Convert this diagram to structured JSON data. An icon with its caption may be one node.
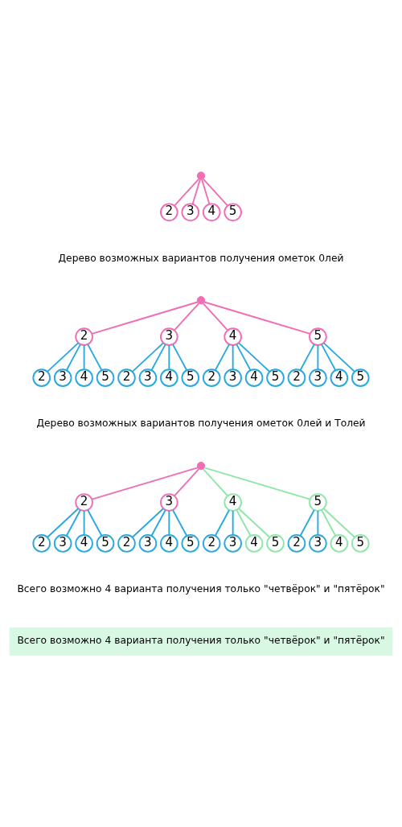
{
  "diagram": {
    "nodes": [
      {
        "text": [],
        "shape": "circle"
      },
      {
        "text": [
          "2"
        ]
      },
      {
        "text": [
          "3"
        ]
      },
      {
        "text": [
          "4"
        ]
      },
      {
        "text": [
          "5"
        ]
      },
      {
        "text": [],
        "shape": "circle"
      },
      {
        "text": [
          "2"
        ]
      },
      {
        "text": [
          "3"
        ]
      },
      {
        "text": [
          "4"
        ]
      },
      {
        "text": [
          "5"
        ]
      },
      {
        "text": [
          "2"
        ]
      },
      {
        "text": [
          "3"
        ]
      },
      {
        "text": [
          "4"
        ]
      },
      {
        "text": [
          "5"
        ]
      },
      {
        "text": [
          "2"
        ]
      },
      {
        "text": [
          "3"
        ]
      },
      {
        "text": [
          "4"
        ]
      },
      {
        "text": [
          "5"
        ]
      },
      {
        "text": [
          "2"
        ]
      },
      {
        "text": [
          "3"
        ]
      },
      {
        "text": [
          "4"
        ]
      },
      {
        "text": [
          "5"
        ]
      },
      {
        "text": [
          "2"
        ]
      },
      {
        "text": [
          "3"
        ]
      },
      {
        "text": [
          "4"
        ]
      },
      {
        "text": [
          "5"
        ]
      },
      {
        "text": [],
        "shape": "circle"
      },
      {
        "text": [
          "2"
        ]
      },
      {
        "text": [
          "3"
        ]
      },
      {
        "text": [
          "4"
        ]
      },
      {
        "text": [
          "5"
        ]
      },
      {
        "text": [
          "2"
        ]
      },
      {
        "text": [
          "3"
        ]
      },
      {
        "text": [
          "4"
        ]
      },
      {
        "text": [
          "5"
        ]
      },
      {
        "text": [
          "2"
        ]
      },
      {
        "text": [
          "3"
        ]
      },
      {
        "text": [
          "4"
        ]
      },
      {
        "text": [
          "5"
        ]
      },
      {
        "text": [
          "2"
        ]
      },
      {
        "text": [
          "3"
        ]
      },
      {
        "text": [
          "4"
        ]
      },
      {
        "text": [
          "5"
        ]
      },
      {
        "text": [
          "2"
        ]
      },
      {
        "text": [
          "3"
        ]
      },
      {
        "text": [
          "4"
        ]
      },
      {
        "text": [
          "5"
        ]
      }
    ],
    "edges": [
      {
        "from": 0,
        "to": 1,
        "arrow": "none",
        "color": "#f06eb4"
      },
      {
        "from": 0,
        "to": 2,
        "arrow": "none",
        "color": "#f06eb4"
      },
      {
        "from": 0,
        "to": 3,
        "arrow": "none",
        "color": "#f06eb4"
      },
      {
        "from": 0,
        "to": 4,
        "arrow": "none",
        "color": "#f06eb4"
      },
      {
        "from": 5,
        "to": 6,
        "arrow": "none",
        "color": "#f06eb4"
      },
      {
        "from": 5,
        "to": 7,
        "arrow": "none",
        "color": "#f06eb4"
      },
      {
        "from": 5,
        "to": 8,
        "arrow": "none",
        "color": "#f06eb4"
      },
      {
        "from": 5,
        "to": 9,
        "arrow": "none",
        "color": "#f06eb4"
      },
      {
        "from": 6,
        "to": 10,
        "arrow": "none"
      },
      {
        "from": 6,
        "to": 11,
        "arrow": "none"
      },
      {
        "from": 6,
        "to": 12,
        "arrow": "none"
      },
      {
        "from": 6,
        "to": 13,
        "arrow": "none"
      },
      {
        "from": 7,
        "to": 14,
        "arrow": "none"
      },
      {
        "from": 7,
        "to": 15,
        "arrow": "none"
      },
      {
        "from": 7,
        "to": 16,
        "arrow": "none"
      },
      {
        "from": 7,
        "to": 17,
        "arrow": "none"
      },
      {
        "from": 8,
        "to": 18,
        "arrow": "none"
      },
      {
        "from": 8,
        "to": 19,
        "arrow": "none"
      },
      {
        "from": 8,
        "to": 20,
        "arrow": "none"
      },
      {
        "from": 8,
        "to": 21,
        "arrow": "none"
      },
      {
        "from": 9,
        "to": 22,
        "arrow": "none"
      },
      {
        "from": 9,
        "to": 23,
        "arrow": "none"
      },
      {
        "from": 9,
        "to": 24,
        "arrow": "none"
      },
      {
        "from": 9,
        "to": 25,
        "arrow": "none"
      },
      {
        "from": 26,
        "to": 27,
        "arrow": "none",
        "color": "#f06eb4"
      },
      {
        "from": 26,
        "to": 28,
        "arrow": "none",
        "color": "#f06eb4"
      },
      {
        "from": 26,
        "to": 29,
        "arrow": "none",
        "color": "#8ee6a8"
      },
      {
        "from": 26,
        "to": 30,
        "arrow": "none",
        "color": "#8ee6a8"
      },
      {
        "from": 27,
        "to": 31,
        "arrow": "none"
      },
      {
        "from": 27,
        "to": 32,
        "arrow": "none"
      },
      {
        "from": 27,
        "to": 33,
        "arrow": "none"
      },
      {
        "from": 27,
        "to": 34,
        "arrow": "none"
      },
      {
        "from": 28,
        "to": 35,
        "arrow": "none"
      },
      {
        "from": 28,
        "to": 36,
        "arrow": "none"
      },
      {
        "from": 28,
        "to": 37,
        "arrow": "none"
      },
      {
        "from": 28,
        "to": 38,
        "arrow": "none"
      },
      {
        "from": 29,
        "to": 39,
        "arrow": "none"
      },
      {
        "from": 29,
        "to": 40,
        "arrow": "none"
      },
      {
        "from": 29,
        "to": 41,
        "arrow": "none",
        "color": "#8ee6a8"
      },
      {
        "from": 29,
        "to": 42,
        "arrow": "none",
        "color": "#8ee6a8"
      },
      {
        "from": 30,
        "to": 43,
        "arrow": "none"
      },
      {
        "from": 30,
        "to": 44,
        "arrow": "none"
      },
      {
        "from": 30,
        "to": 45,
        "arrow": "none",
        "color": "#8ee6a8"
      },
      {
        "from": 30,
        "to": 46,
        "arrow": "none",
        "color": "#8ee6a8"
      }
    ],
    "labels": [
      "Дерево возможных вариантов получения ометок 0лей",
      "Дерево возможных вариантов получения ометок 0лей и Толей",
      "Всего возможно 4 варианта получения только \"четвёрок\" и \"пятёрок\"",
      "Всего возможно 4 варианта получения только \"четвёрок\" и \"пятёрок\""
    ]
  }
}
